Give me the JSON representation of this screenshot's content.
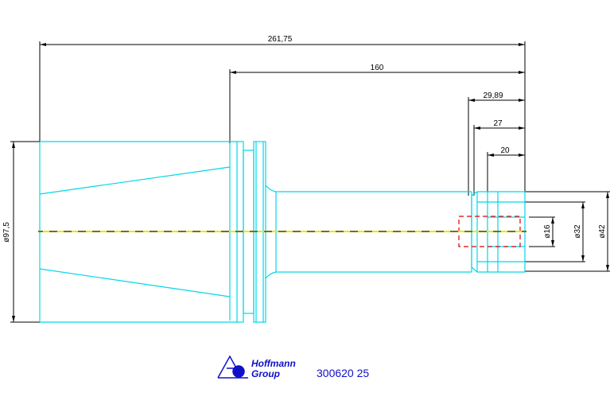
{
  "dimensions": {
    "overall_length": "261,75",
    "shank_length": "160",
    "len_a": "29,89",
    "len_b": "27",
    "len_c": "20",
    "dia_flange": "ø97,5",
    "dia_16": "ø16",
    "dia_32": "ø32",
    "dia_42": "ø42"
  },
  "brand": {
    "line1": "Hoffmann",
    "line2": "Group"
  },
  "part_number": "300620 25",
  "colors": {
    "outline": "#00d8e8",
    "dimension": "#000000",
    "centerline": "#e8e800",
    "hidden": "#e00000",
    "brand": "#1010c8"
  }
}
